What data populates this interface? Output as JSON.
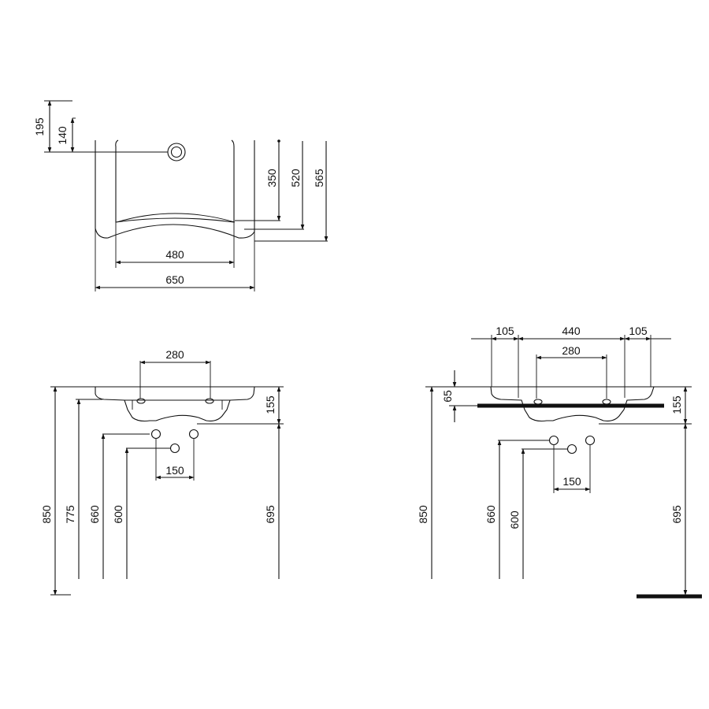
{
  "diagram": {
    "top_view": {
      "dim_195": "195",
      "dim_140": "140",
      "dim_350": "350",
      "dim_520": "520",
      "dim_565": "565",
      "dim_480": "480",
      "dim_650": "650"
    },
    "front_view_left": {
      "dim_280": "280",
      "dim_155": "155",
      "dim_850": "850",
      "dim_775": "775",
      "dim_660": "660",
      "dim_600": "600",
      "dim_695": "695",
      "dim_150": "150"
    },
    "front_view_right": {
      "dim_105_left": "105",
      "dim_440": "440",
      "dim_105_right": "105",
      "dim_280": "280",
      "dim_65": "65",
      "dim_155": "155",
      "dim_850": "850",
      "dim_660": "660",
      "dim_600": "600",
      "dim_695": "695",
      "dim_150": "150"
    }
  }
}
